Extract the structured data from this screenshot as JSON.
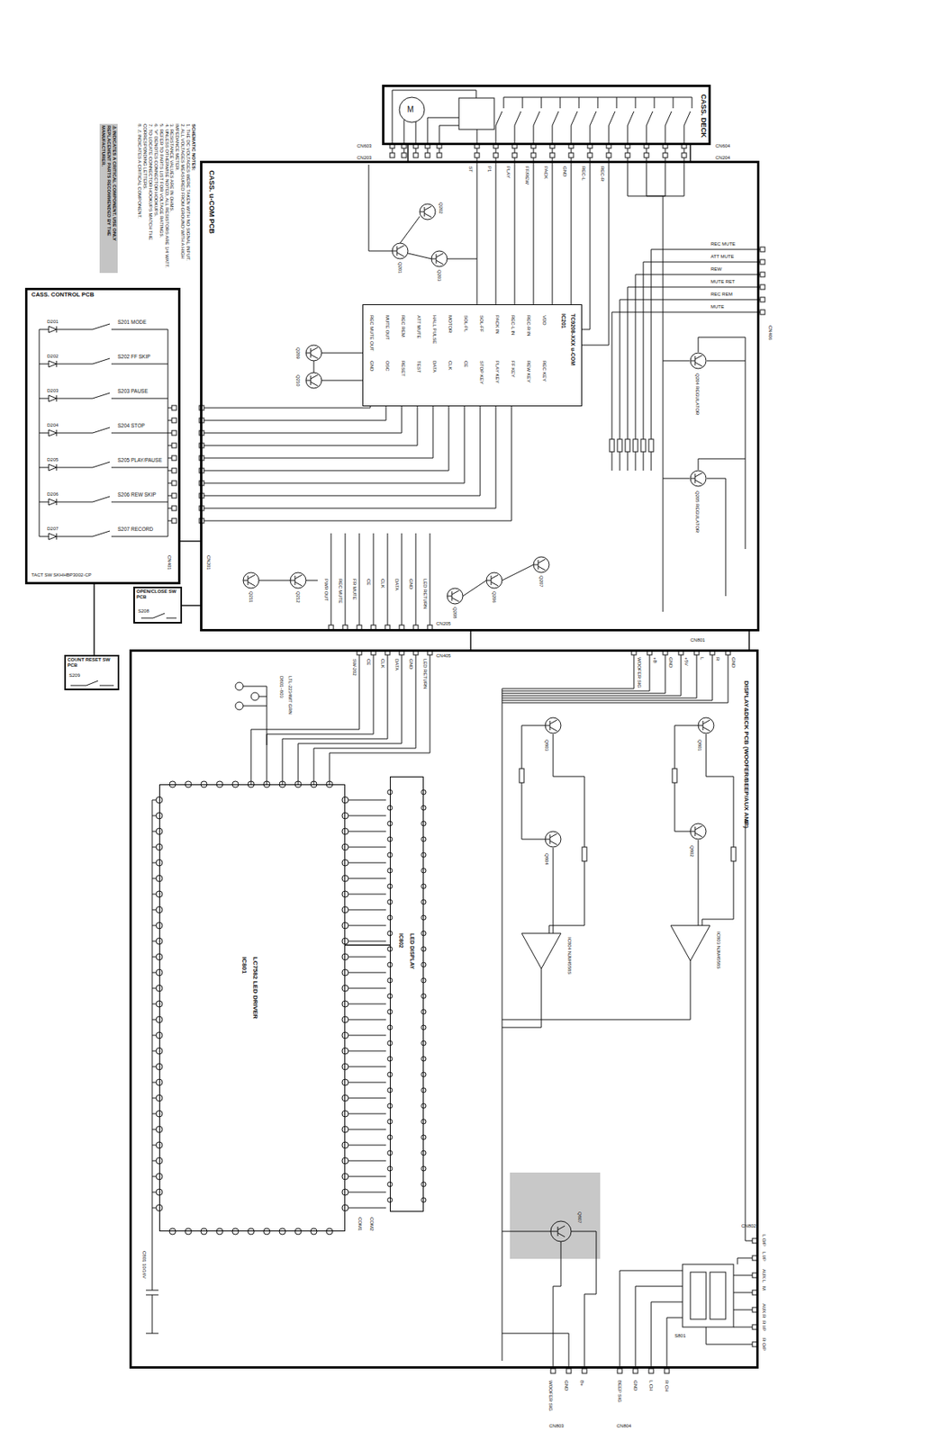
{
  "diagram": {
    "nodes": [
      {
        "text": [
          "CASS. DECK"
        ]
      },
      {
        "text": [
          "CASS. u-COM PCB"
        ]
      },
      {
        "text": [
          "CASS. CONTROL PCB"
        ]
      },
      {
        "text": [
          "OPEN/CLOSE SW PCB"
        ]
      },
      {
        "text": [
          "COUNT RESET SW PCB"
        ]
      },
      {
        "text": [
          "DISPLAY&DECK PCB (WOOFER/BEEP/AUX AMP)"
        ]
      },
      {
        "text": [
          "IC201",
          "TC9208-XXX u-COM"
        ],
        "in": 1
      },
      {
        "text": [
          "IC801",
          "LC7582 LED DRIVER"
        ],
        "in": 5
      },
      {
        "text": [
          "IC802",
          "LED DISPLAY"
        ],
        "in": 5
      }
    ],
    "edges": [
      {
        "from": 0,
        "to": 1,
        "arrow": "none"
      },
      {
        "from": 0,
        "to": 1,
        "arrow": "none"
      },
      {
        "from": 1,
        "to": 2,
        "arrow": "none"
      },
      {
        "from": 3,
        "to": 1,
        "arrow": "none"
      },
      {
        "from": 4,
        "to": 2,
        "arrow": "none"
      },
      {
        "from": 1,
        "to": 5,
        "arrow": "none"
      },
      {
        "from": 1,
        "to": 5,
        "arrow": "none"
      },
      {
        "from": 7,
        "to": 8,
        "arrow": "none"
      }
    ],
    "labels": [
      "SCHEMATIC NOTES:",
      "1. THE DC VOLTAGES WERE TAKEN WITH NO SIGNAL INPUT.",
      "2. ALL VOLTAGES MEASURED FROM GROUND WITH A HIGH IMPEDANCE METER.",
      "3. RESISTANCE VALUES ARE IN OHMS.",
      "4. UNLESS OTHERWISE NOTED, ALL RESISTORS ARE 1/4 WATT.",
      "5. REFER TO PARTS LIST FOR VOLTAGE RATINGS.",
      "6. \"#\" DENOTES CONNECTOR HOOKUPS.",
      "7. TO LOCATE CONNECTOR HOOKUPS MATCH THE CORRESPONDING LETTERS.",
      "8. ⚠ INDICATES A CRITICAL COMPONENT.",
      "⚠ INDICATES A CRITICAL COMPONENT. USE ONLY REPLACEMENT PARTS RECOMMENDED BY THE MANUFACTURER.",
      "M",
      "CN603",
      "CN203",
      "CN604",
      "CN204",
      "ST",
      "P1",
      "PLAY",
      "FF/REW",
      "PACK",
      "GND",
      "REC-L",
      "REC-R",
      "Q201",
      "Q202",
      "Q203",
      "REC MUTE",
      "ATT MUTE",
      "REW",
      "MUTE RET",
      "REC REM",
      "MUTE",
      "CN406",
      "Q204 REGULATOR",
      "Q205 REGULATOR",
      "REC MUTE OUT",
      "MUTE OUT",
      "REC REM",
      "ATT MUTE",
      "HALL PULSE",
      "MOTOR",
      "SOL-PL",
      "SOL-FF",
      "PACK IN",
      "REC-L IN",
      "REC-R IN",
      "VDD",
      "GND",
      "OSC",
      "RESET",
      "TEST",
      "DATA",
      "CLK",
      "CE",
      "STOP KEY",
      "PLAY KEY",
      "FF KEY",
      "REW KEY",
      "REC KEY",
      "Q206",
      "Q207",
      "Q208",
      "Q209",
      "Q210",
      "Q211",
      "Q212",
      "S201 MODE",
      "S202 FF SKIP",
      "S203 PAUSE",
      "S204 STOP",
      "S205 PLAY/PAUSE",
      "S206 REW SKIP",
      "S207 RECORD",
      "D201",
      "D202",
      "D203",
      "D204",
      "D205",
      "D206",
      "D207",
      "CN401",
      "CN201",
      "TACT SW SKHHBP3002-CP",
      "S208",
      "S209",
      "LED RETURN",
      "GND",
      "DATA",
      "CLK",
      "CE",
      "FR MUTE",
      "REC MUTE",
      "PWR OUT",
      "CN205",
      "CN405",
      "WOOFER SIG",
      "+B",
      "GND",
      "+5V",
      "L",
      "R",
      "GND",
      "CN801",
      "Q801",
      "Q802",
      "Q803",
      "Q804",
      "IC803 NJM4558S",
      "IC804 NJM4558S",
      "Q807",
      "L O/P",
      "L I/P",
      "AUX L",
      "M",
      "AUX R",
      "R I/P",
      "R O/P",
      "S801",
      "CN802",
      "WOOFER SIG",
      "GND",
      "B+",
      "BEEP SIG",
      "GND",
      "L CH",
      "R CH",
      "CN803",
      "CN804",
      "D801~803",
      "LTL-2234MT GRN",
      "LED RETURN",
      "GND",
      "DATA",
      "CLK",
      "CE",
      "SW-202",
      "COM1",
      "COM2",
      "C801 10/16V"
    ]
  }
}
